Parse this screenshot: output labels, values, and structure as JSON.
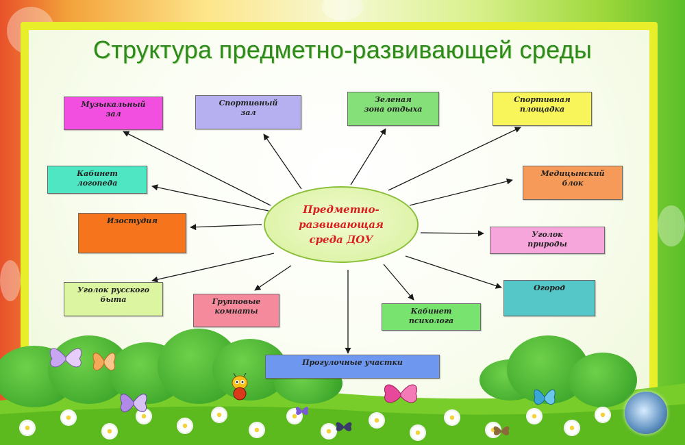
{
  "title": "Структура предметно-развивающей среды",
  "center": "Предметно-\nразвивающая\nсреда ДОУ",
  "nodes": {
    "music_hall": "Музыкальный\nзал",
    "sport_hall": "Спортивный\nзал",
    "green_zone": "Зеленая\nзона отдыха",
    "sport_ground": "Спортивная\nплощадка",
    "speech_room": "Кабинет\nлогопеда",
    "medical_block": "Медицынский\nблок",
    "art_studio": "Изостудия",
    "nature_corner": "Уголок\nприроды",
    "russian_corner": "Уголок русского\nбыта",
    "group_rooms": "Групповые\nкомнаты",
    "garden": "Огород",
    "psych_room": "Кабинет\nпсихолога",
    "walk_areas": "Прогулочные участки"
  },
  "colors": {
    "title": "#2f8a1e",
    "center_text": "#d81e1e",
    "frame": "#e9ee2a",
    "music_hall": "#f24fe0",
    "sport_hall": "#b6b0f0",
    "green_zone": "#86e07a",
    "sport_ground": "#f7f55a",
    "speech_room": "#4fe6c4",
    "medical_block": "#f59a58",
    "art_studio": "#f5741c",
    "nature_corner": "#f7a6dc",
    "russian_corner": "#dcf5a0",
    "group_rooms": "#f58a9c",
    "garden": "#56c7c9",
    "psych_room": "#79e370",
    "walk_areas": "#6e98f0"
  }
}
